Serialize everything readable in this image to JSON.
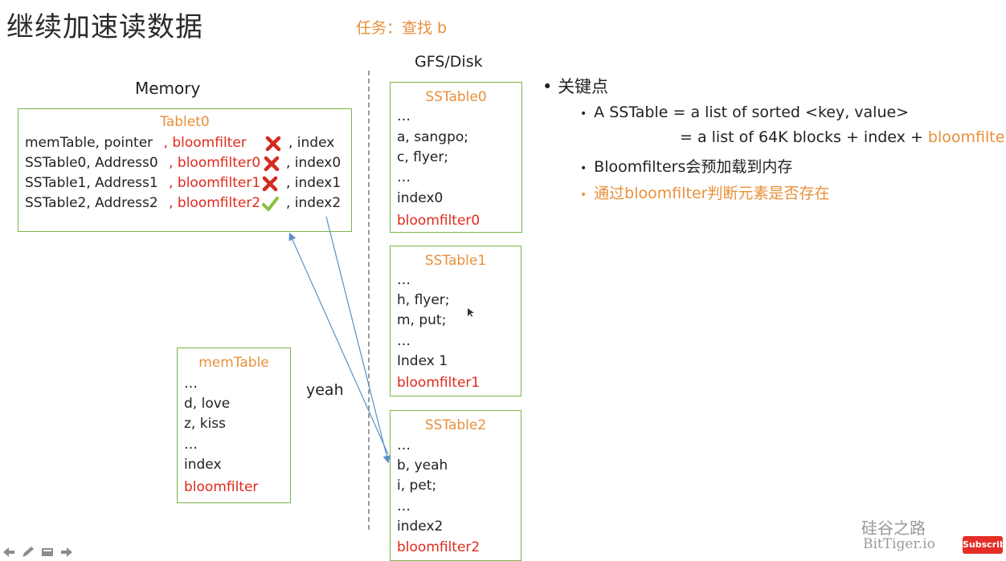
{
  "slide": {
    "title": "继续加速读数据",
    "task": "任务：查找 b",
    "gfs_label": "GFS/Disk",
    "memory_label": "Memory",
    "yeah_label": "yeah"
  },
  "tablet": {
    "title": "Tablet0",
    "rows": [
      {
        "name": "memTable, pointer",
        "filter": ", bloomfilter",
        "status": "cross",
        "index": ", index"
      },
      {
        "name": "SSTable0, Address0",
        "filter": ", bloomfilter0",
        "status": "cross",
        "index": ", index0"
      },
      {
        "name": "SSTable1, Address1",
        "filter": ", bloomfilter1",
        "status": "cross",
        "index": ", index1"
      },
      {
        "name": "SSTable2, Address2",
        "filter": ", bloomfilter2",
        "status": "check",
        "index": ", index2"
      }
    ]
  },
  "memtable": {
    "title": "memTable",
    "lines": [
      "…",
      "d, love",
      "z, kiss",
      "…",
      "index"
    ],
    "filter": "bloomfilter"
  },
  "sstables": [
    {
      "title": "SSTable0",
      "lines": [
        "…",
        "a, sangpo;",
        "c, flyer;",
        "…",
        "index0"
      ],
      "filter": "bloomfilter0"
    },
    {
      "title": "SSTable1",
      "lines": [
        "…",
        "h, flyer;",
        "m, put;",
        "…",
        "Index 1"
      ],
      "filter": "bloomfilter1"
    },
    {
      "title": "SSTable2",
      "lines": [
        "…",
        "b, yeah",
        "i, pet;",
        "…",
        "index2"
      ],
      "filter": "bloomfilter2"
    }
  ],
  "notes": {
    "key_points": "关键点",
    "b1_line1": "A SSTable = a list of sorted <key, value>",
    "b1_line2_prefix": "= a list of 64K blocks + index + ",
    "b1_line2_highlight": "bloomfilter",
    "b2": "Bloomfilters会预加载到内存",
    "b3": "通过bloomfilter判断元素是否存在"
  },
  "watermark": {
    "cn": "硅谷之路",
    "en": "BitTiger.io"
  },
  "subscribe_label": "Subscribe",
  "colors": {
    "accent_orange": "#e8903a",
    "filter_red": "#e02a1c",
    "box_green": "#7ab648",
    "arrow_blue": "#5b8fc9"
  },
  "icons": [
    "cross-icon",
    "check-icon",
    "back-icon",
    "pen-icon",
    "slides-icon",
    "forward-icon"
  ]
}
